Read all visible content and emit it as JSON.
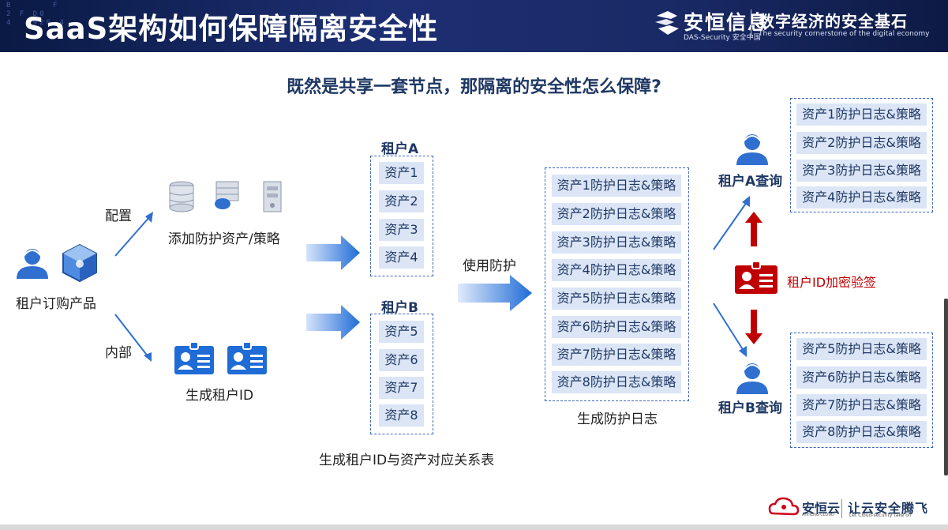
{
  "header": {
    "title": "SaaS架构如何保障隔离安全性",
    "code_text": "B      F\n2 F D0\n4  5926 4",
    "logo_cn": "安恒信息",
    "logo_en": "DAS-Security 安全中国",
    "slogan_cn": "数字经济的安全基石",
    "slogan_en": "The security cornerstone of the digital economy",
    "brand_color": "#1d2f73"
  },
  "subtitle": "既然是共享一套节点，那隔离的安全性怎么保障?",
  "left": {
    "purchase_label": "租户订购产品",
    "config_label": "配置",
    "internal_label": "内部",
    "add_assets_label": "添加防护资产/策略",
    "gen_id_label": "生成租户ID"
  },
  "tenant_a": {
    "title": "租户A",
    "assets": [
      "资产1",
      "资产2",
      "资产3",
      "资产4"
    ]
  },
  "tenant_b": {
    "title": "租户B",
    "assets": [
      "资产5",
      "资产6",
      "资产7",
      "资产8"
    ]
  },
  "mapping_label": "生成租户ID与资产对应关系表",
  "use_protection_label": "使用防护",
  "logs": {
    "items": [
      "资产1防护日志&策略",
      "资产2防护日志&策略",
      "资产3防护日志&策略",
      "资产4防护日志&策略",
      "资产5防护日志&策略",
      "资产6防护日志&策略",
      "资产7防护日志&策略",
      "资产8防护日志&策略"
    ],
    "caption": "生成防护日志"
  },
  "right": {
    "tenant_a_query": "租户A查询",
    "tenant_b_query": "租户B查询",
    "verify_label": "租户ID加密验签",
    "verify_color": "#c00000",
    "a_results": [
      "资产1防护日志&策略",
      "资产2防护日志&策略",
      "资产3防护日志&策略",
      "资产4防护日志&策略"
    ],
    "b_results": [
      "资产5防护日志&策略",
      "资产6防护日志&策略",
      "资产7防护日志&策略",
      "资产8防护日志&策略"
    ]
  },
  "footer": {
    "brand_cn": "安恒云",
    "brand_en": "AHHENG CLOUD",
    "slogan_cn": "让云安全腾飞",
    "slogan_en": "Let Cloud-security take off"
  }
}
